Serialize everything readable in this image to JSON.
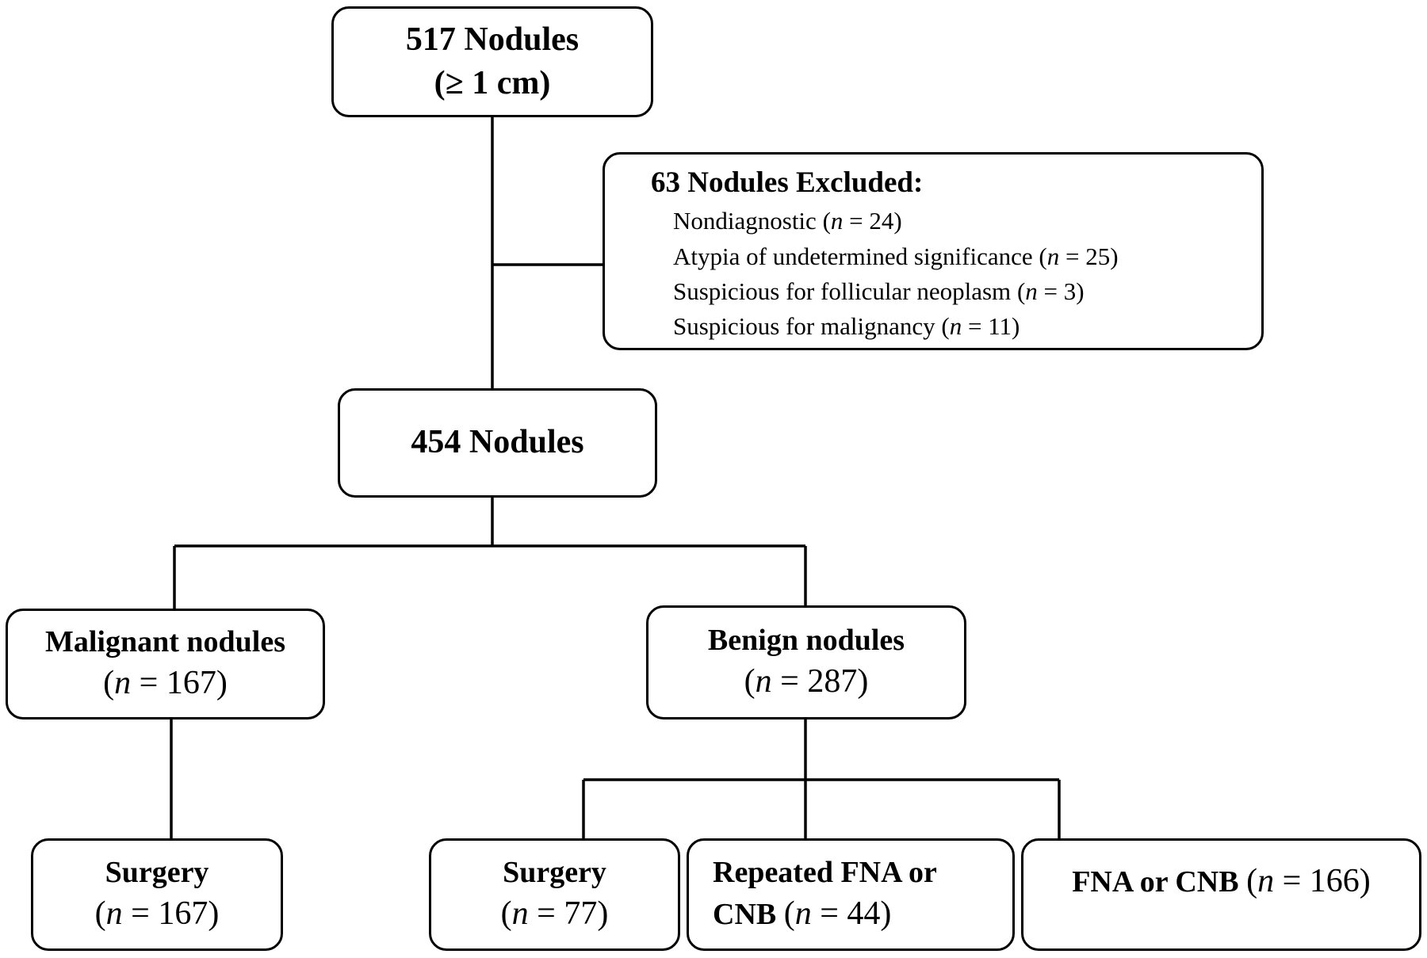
{
  "diagram": {
    "top": {
      "line1": "517 Nodules",
      "line2": "(≥ 1 cm)"
    },
    "excluded": {
      "title": "63 Nodules Excluded:",
      "items": [
        {
          "label": "Nondiagnostic",
          "n": "24"
        },
        {
          "label": "Atypia of undetermined significance",
          "n": "25"
        },
        {
          "label": "Suspicious for follicular neoplasm",
          "n": "3"
        },
        {
          "label": "Suspicious for malignancy",
          "n": "11"
        }
      ]
    },
    "middle": {
      "label": "454 Nodules"
    },
    "malignant": {
      "label": "Malignant nodules",
      "n": "167"
    },
    "benign": {
      "label": "Benign nodules",
      "n": "287"
    },
    "surgery_malignant": {
      "label": "Surgery",
      "n": "167"
    },
    "surgery_benign": {
      "label": "Surgery",
      "n": "77"
    },
    "repeated": {
      "label_line1": "Repeated FNA or",
      "label_line2": "CNB",
      "n": "44"
    },
    "fna_cnb": {
      "label": "FNA or CNB",
      "n": "166"
    },
    "n_symbol": "n",
    "eq": " = "
  }
}
